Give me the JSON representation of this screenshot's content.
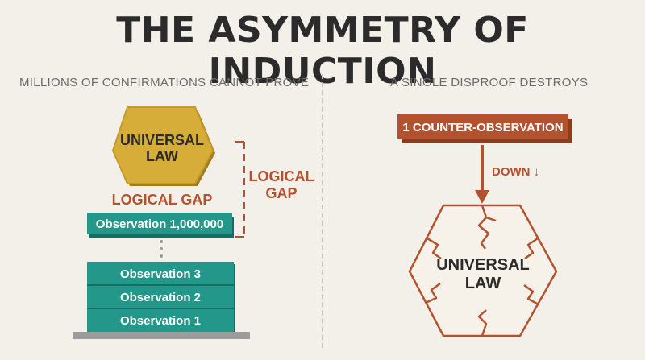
{
  "title": "THE ASYMMETRY OF INDUCTION",
  "left_panel": {
    "subtitle": "MILLIONS OF CONFIRMATIONS CANNOT PROVE",
    "hexagon_line1": "UNIVERSAL",
    "hexagon_line2": "LAW",
    "gap_label": "LOGICAL GAP",
    "bracket_label_line1": "LOGICAL",
    "bracket_label_line2": "GAP",
    "top_observation": "Observation 1,000,000",
    "observations": [
      "Observation 3",
      "Observation 2",
      "Observation 1"
    ]
  },
  "right_panel": {
    "subtitle": "A SINGLE DISPROOF DESTROYS",
    "counter_observation": "1 COUNTER-OBSERVATION",
    "arrow_label": "DOWN ↓",
    "hexagon_line1": "UNIVERSAL",
    "hexagon_line2": "LAW"
  },
  "colors": {
    "teal": "#23988a",
    "teal_dark": "#136f63",
    "gold": "#d7ad3a",
    "gold_dark": "#9e7c1f",
    "rust": "#b3522f",
    "rust_dark": "#8d3b1f",
    "background": "#f3f0e9"
  }
}
